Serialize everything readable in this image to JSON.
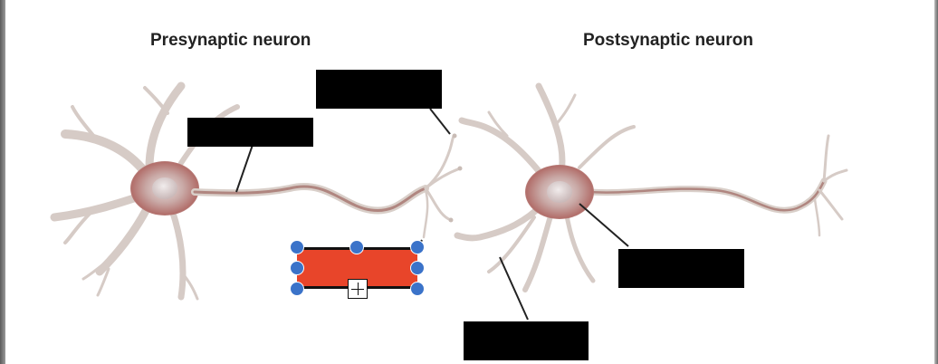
{
  "diagram": {
    "titles": {
      "presynaptic": "Presynaptic neuron",
      "postsynaptic": "Postsynaptic neuron"
    },
    "label_boxes": [
      {
        "id": "dendrite-label",
        "text": ""
      },
      {
        "id": "axon-label",
        "text": ""
      },
      {
        "id": "synapse-label",
        "text": ""
      },
      {
        "id": "cell-body-label",
        "text": ""
      },
      {
        "id": "post-dendrite-label",
        "text": ""
      }
    ],
    "selected_label": {
      "text": "",
      "fill_color": "#e8452a",
      "handle_color": "#3b73c9"
    },
    "colors": {
      "neuron_membrane": "#d9cfc9",
      "neuron_core": "#9a3a3a",
      "leader_line": "#222222"
    }
  }
}
